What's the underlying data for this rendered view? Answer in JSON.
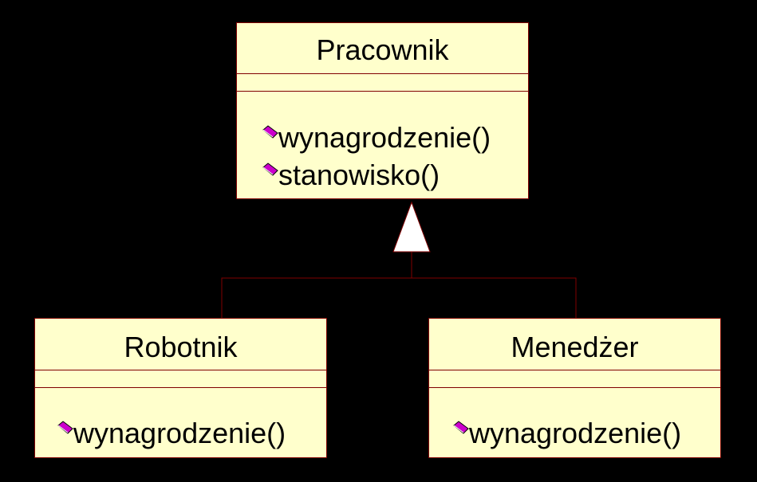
{
  "colors": {
    "background": "#000000",
    "class_fill": "#ffffcc",
    "class_border": "#800000",
    "operation_icon": "#cc00cc",
    "connector": "#800000",
    "generalization_arrow": "#ffffff"
  },
  "diagram": {
    "type": "uml-class-diagram",
    "relationship": "generalization",
    "parent": {
      "name": "Pracownik",
      "operations": [
        "wynagrodzenie()",
        "stanowisko()"
      ]
    },
    "children": [
      {
        "name": "Robotnik",
        "operations": [
          "wynagrodzenie()"
        ]
      },
      {
        "name": "Menedżer",
        "operations": [
          "wynagrodzenie()"
        ]
      }
    ]
  }
}
